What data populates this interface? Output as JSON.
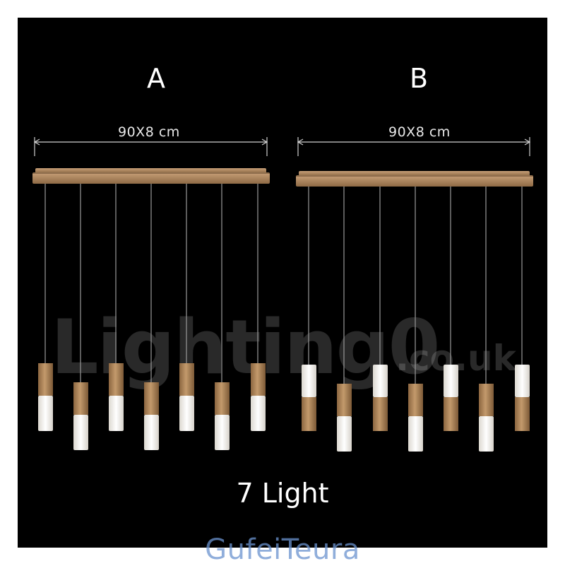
{
  "variants": [
    {
      "label": "A",
      "dimension": "90X8 cm"
    },
    {
      "label": "B",
      "dimension": "90X8 cm"
    }
  ],
  "title": "7 Light",
  "watermark": {
    "text": "Lighting0",
    "suffix": ".co.uk"
  },
  "footer_brand": "GufeiTeura",
  "colors": {
    "background": "#000000",
    "wood": "#b0855a",
    "shade": "#f4f1ea",
    "cord": "#9a9a9a",
    "footer_brand": "#6b93cf"
  }
}
